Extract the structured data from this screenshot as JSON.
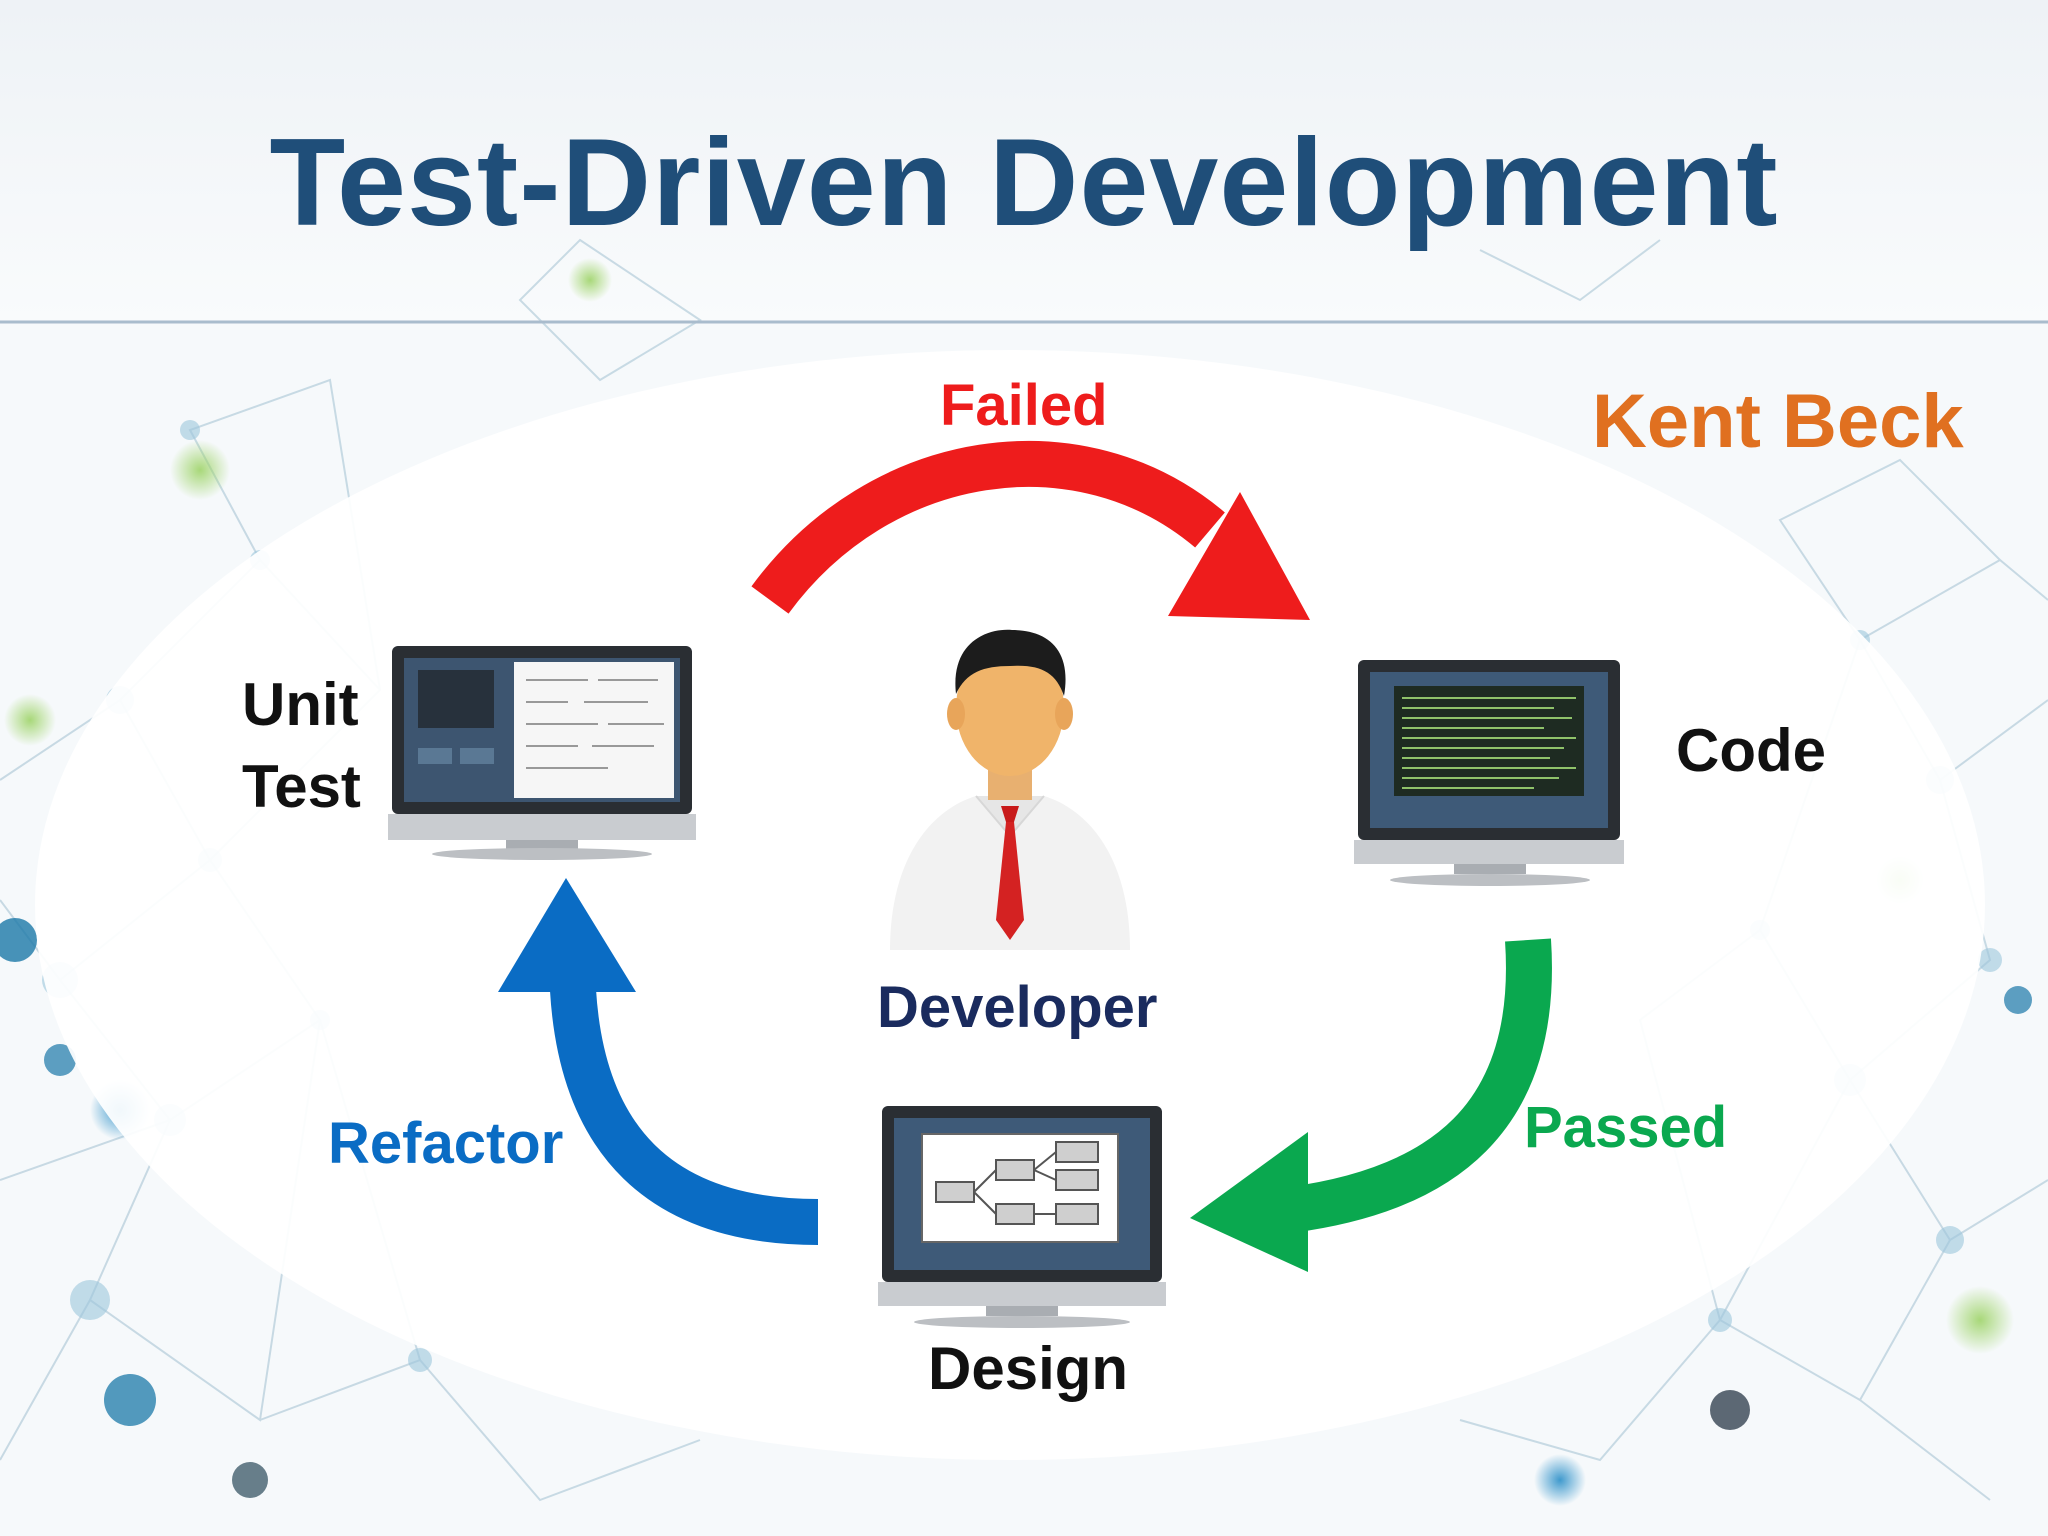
{
  "slide": {
    "title": "Test-Driven Development",
    "author": "Kent Beck"
  },
  "nodes": {
    "unit_test": {
      "line1": "Unit",
      "line2": "Test"
    },
    "code": {
      "label": "Code"
    },
    "design": {
      "label": "Design"
    },
    "developer": {
      "label": "Developer"
    }
  },
  "edges": {
    "failed": "Failed",
    "passed": "Passed",
    "refactor": "Refactor"
  },
  "colors": {
    "title": "#1f4e79",
    "author": "#e07020",
    "failed": "#ee1c1c",
    "passed": "#0aa84f",
    "refactor": "#0a6cc4",
    "developer_label": "#1a2b5e",
    "node_label": "#111111"
  }
}
